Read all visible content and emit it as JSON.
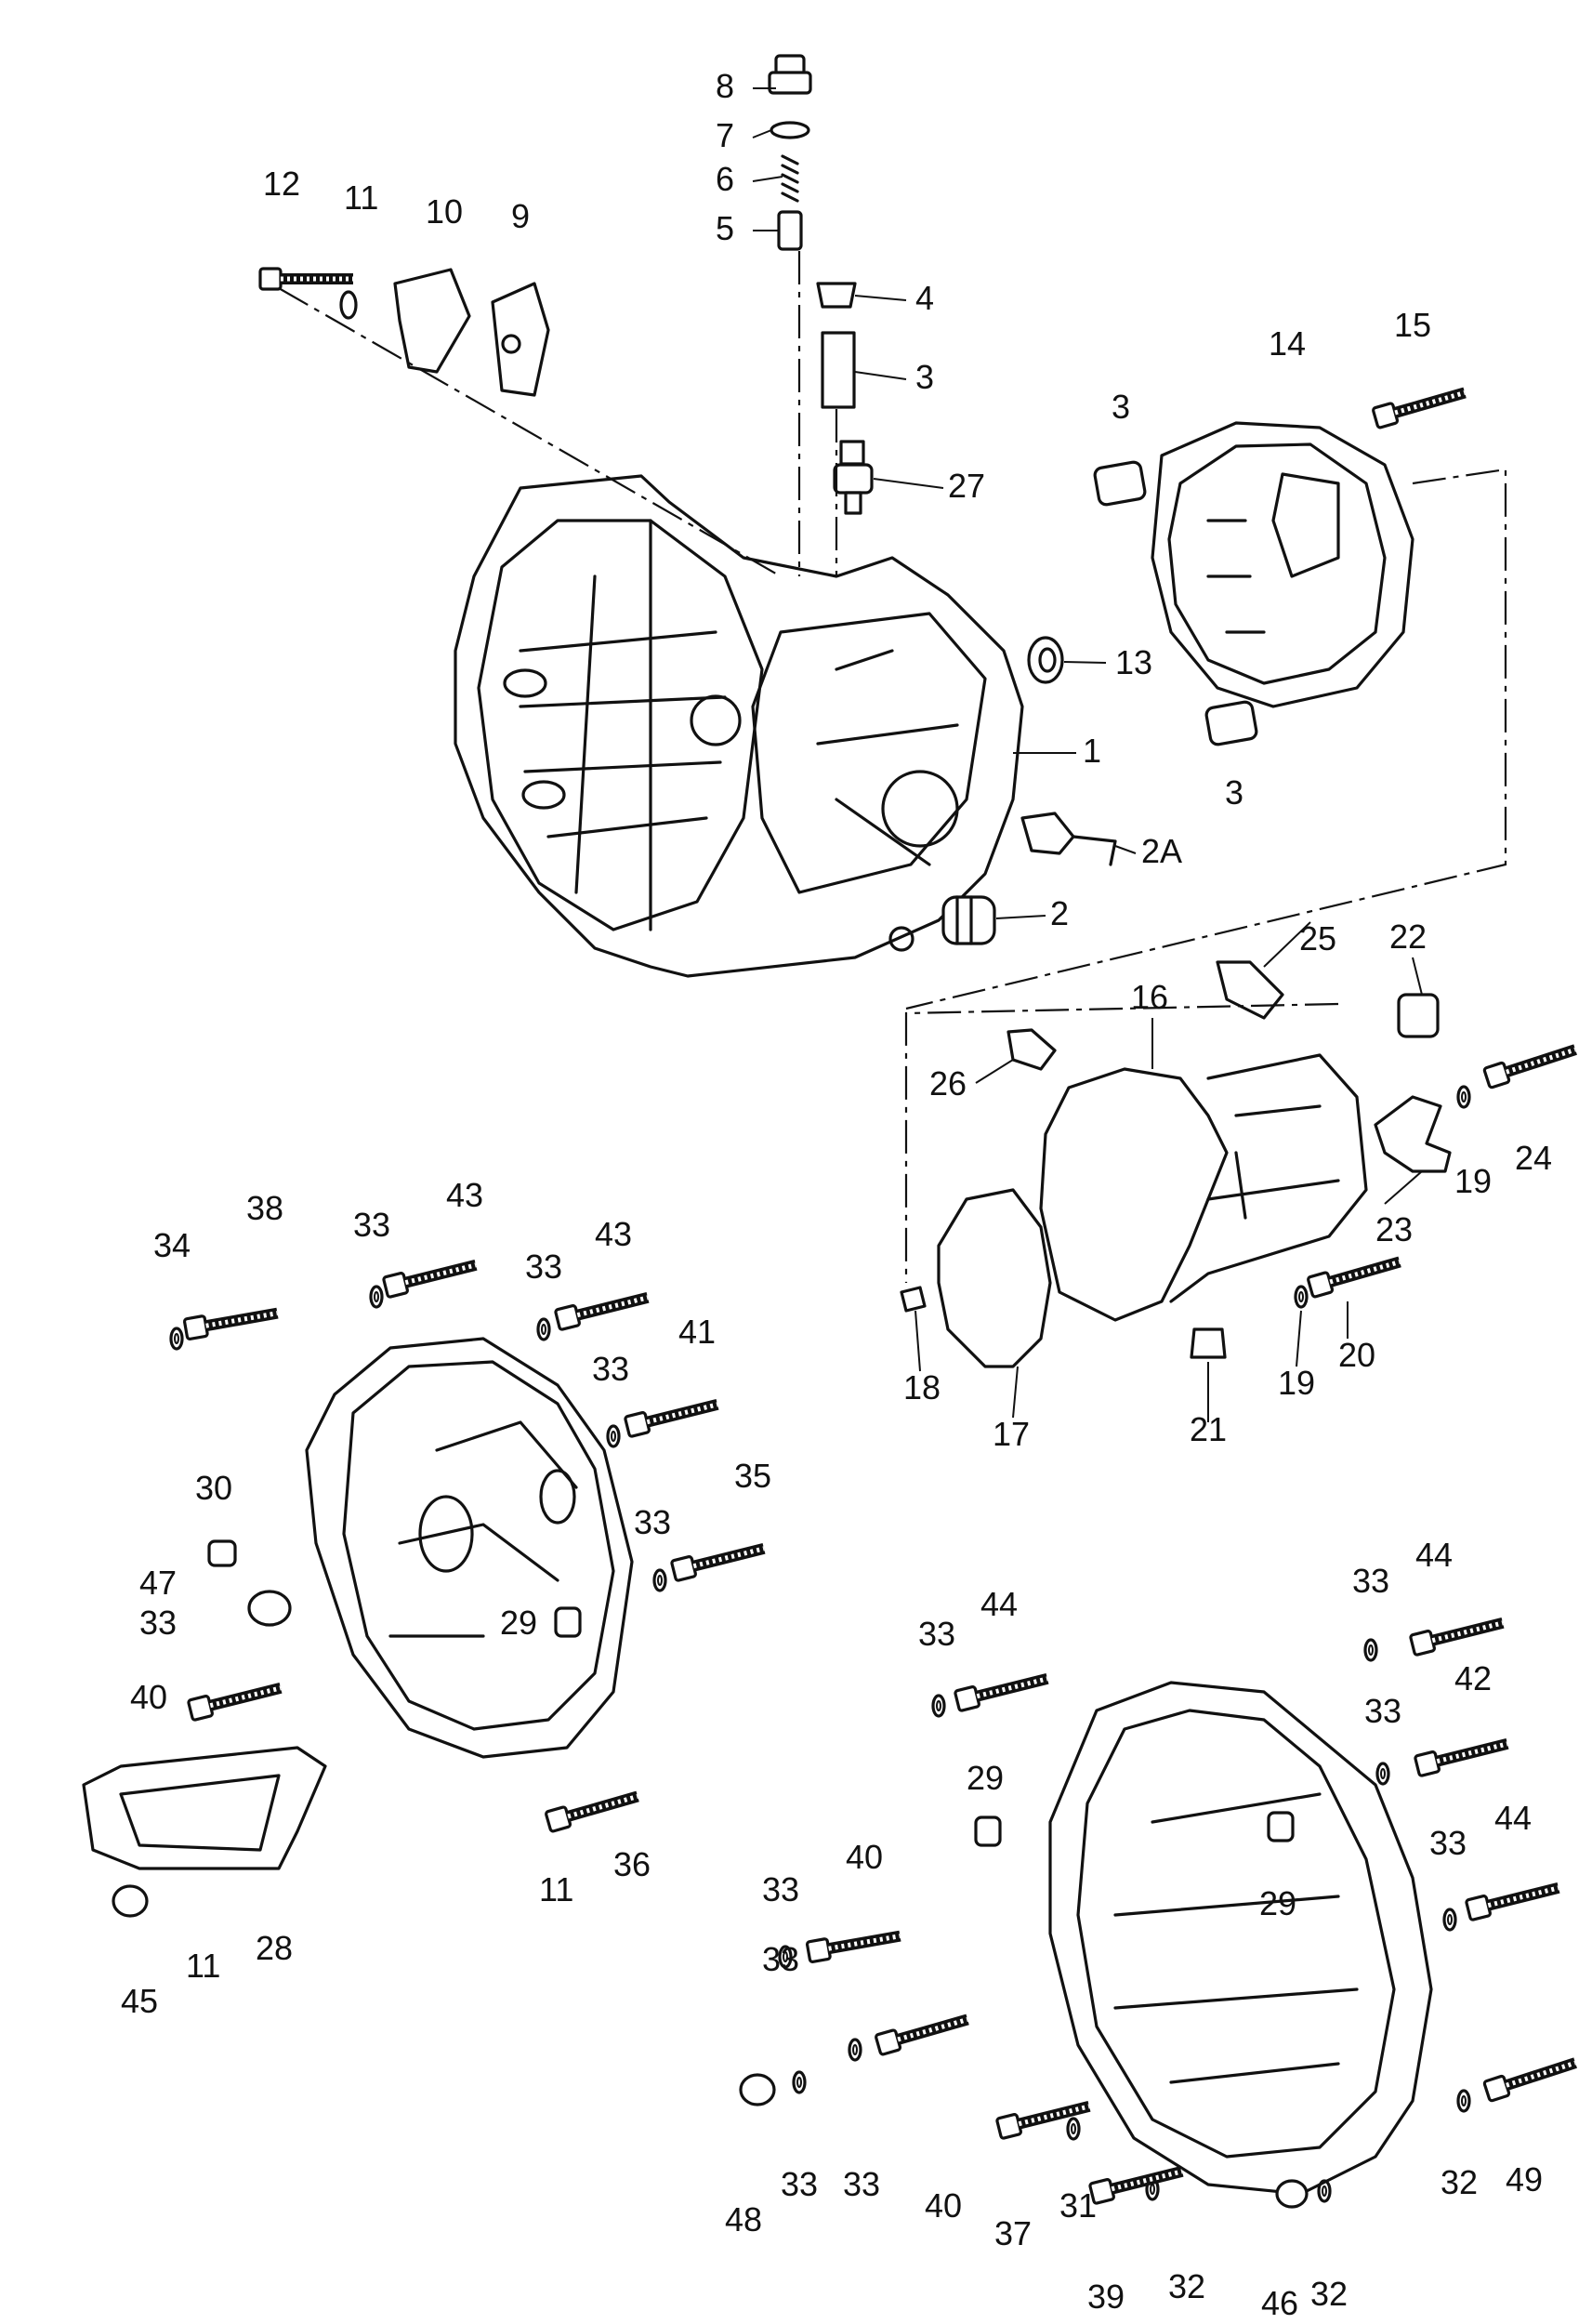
{
  "callouts": {
    "c1": "1",
    "c2": "2",
    "c2a": "2A",
    "c3a": "3",
    "c3b": "3",
    "c3c": "3",
    "c4": "4",
    "c5": "5",
    "c6": "6",
    "c7": "7",
    "c8": "8",
    "c9": "9",
    "c10": "10",
    "c11a": "11",
    "c11b": "11",
    "c11c": "11",
    "c12": "12",
    "c13": "13",
    "c14": "14",
    "c15": "15",
    "c16": "16",
    "c17": "17",
    "c18": "18",
    "c19a": "19",
    "c19b": "19",
    "c20": "20",
    "c21": "21",
    "c22": "22",
    "c23": "23",
    "c24": "24",
    "c25": "25",
    "c26": "26",
    "c27": "27",
    "c28": "28",
    "c29a": "29",
    "c29b": "29",
    "c29c": "29",
    "c30": "30",
    "c31": "31",
    "c32a": "32",
    "c32b": "32",
    "c32c": "32",
    "c33a": "33",
    "c33b": "33",
    "c33c": "33",
    "c33d": "33",
    "c33e": "33",
    "c33f": "33",
    "c33g": "33",
    "c33h": "33",
    "c33i": "33",
    "c33j": "33",
    "c33k": "33",
    "c33l": "33",
    "c33m": "33",
    "c34": "34",
    "c35": "35",
    "c36": "36",
    "c37": "37",
    "c38": "38",
    "c39": "39",
    "c40a": "40",
    "c40b": "40",
    "c40c": "40",
    "c41": "41",
    "c42": "42",
    "c43a": "43",
    "c43b": "43",
    "c44a": "44",
    "c44b": "44",
    "c44c": "44",
    "c45": "45",
    "c46": "46",
    "c47": "47",
    "c48": "48",
    "c49": "49"
  },
  "colors": {
    "ink": "#111111",
    "paper": "#ffffff"
  }
}
